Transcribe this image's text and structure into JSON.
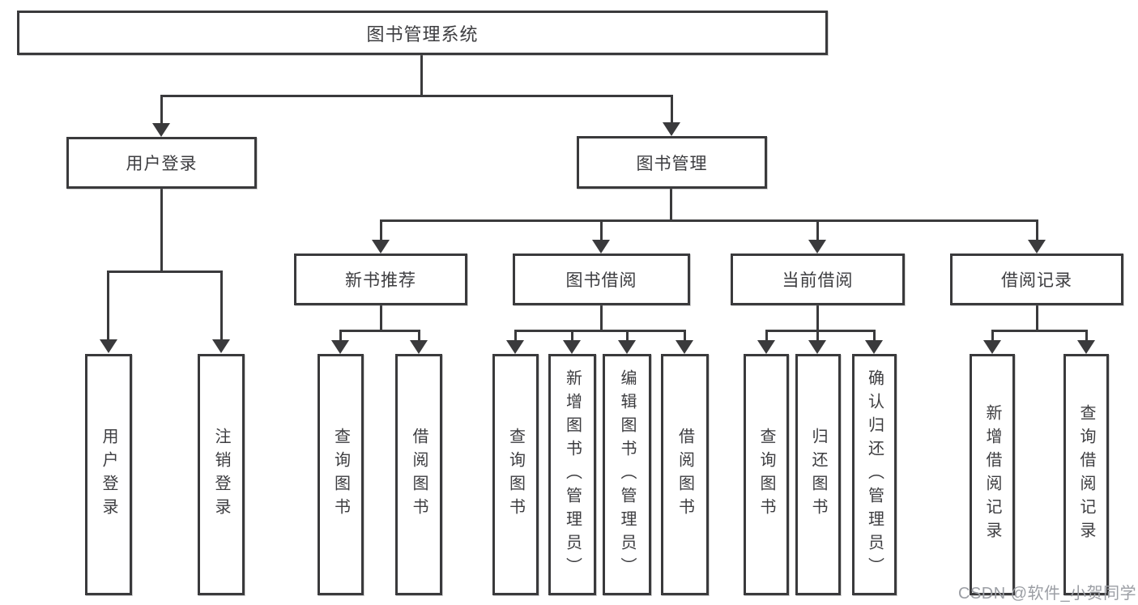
{
  "diagram": {
    "title": "图书管理系统",
    "colors": {
      "line": "#3a3a3c",
      "text": "#3d3d40",
      "box_bg": "#ffffff",
      "watermark": "#9b9ea4"
    },
    "nodes": {
      "root": {
        "label": "图书管理系统"
      },
      "user_login": {
        "label": "用户登录"
      },
      "book_mgmt": {
        "label": "图书管理"
      },
      "new_book_rec": {
        "label": "新书推荐"
      },
      "book_borrow": {
        "label": "图书借阅"
      },
      "current_borrow": {
        "label": "当前借阅"
      },
      "borrow_record": {
        "label": "借阅记录"
      },
      "leaf_user_login": {
        "label": "用户登录"
      },
      "leaf_logout": {
        "label": "注销登录"
      },
      "leaf_nbr_query": {
        "label": "查询图书"
      },
      "leaf_nbr_borrow": {
        "label": "借阅图书"
      },
      "leaf_bb_query": {
        "label": "查询图书"
      },
      "leaf_bb_add": {
        "label": "新增图书（管理员）"
      },
      "leaf_bb_edit": {
        "label": "编辑图书（管理员）"
      },
      "leaf_bb_borrow": {
        "label": "借阅图书"
      },
      "leaf_cb_query": {
        "label": "查询图书"
      },
      "leaf_cb_return": {
        "label": "归还图书"
      },
      "leaf_cb_confirm": {
        "label": "确认归还（管理员）"
      },
      "leaf_br_add": {
        "label": "新增借阅记录"
      },
      "leaf_br_query": {
        "label": "查询借阅记录"
      }
    },
    "watermark_text": "CSDN @软件_小贺同学"
  }
}
